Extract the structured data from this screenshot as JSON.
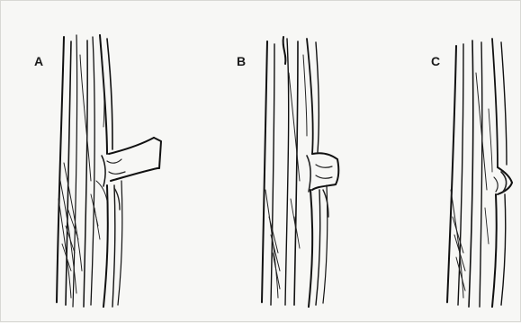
{
  "panels": [
    {
      "id": "A",
      "label": "A",
      "stage": "branch-stub"
    },
    {
      "id": "B",
      "label": "B",
      "stage": "cut-collar"
    },
    {
      "id": "C",
      "label": "C",
      "stage": "healed-callus"
    }
  ],
  "colors": {
    "background": "#f7f7f5",
    "ink": "#111111"
  }
}
